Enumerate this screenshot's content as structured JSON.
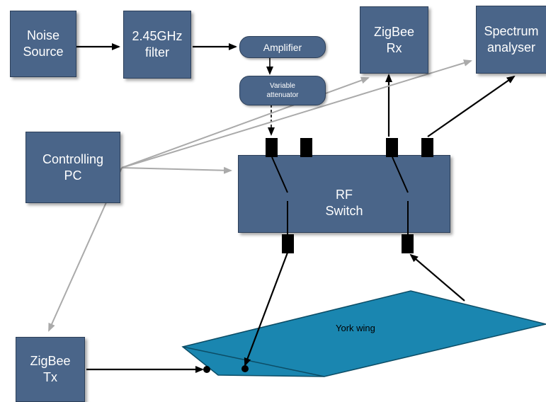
{
  "blocks": {
    "noise_source": "Noise\nSource",
    "filter": "2.45GHz\nfilter",
    "amplifier": "Amplifier",
    "attenuator": "Variable\nattenuator",
    "zigbee_rx": "ZigBee\nRx",
    "spectrum_analyser": "Spectrum\nanalyser",
    "controlling_pc": "Controlling\nPC",
    "rf_switch": "RF\nSwitch",
    "zigbee_tx": "ZigBee\nTx",
    "york_wing": "York wing"
  },
  "colors": {
    "box_fill": "#4a6589",
    "wing_fill": "#1a86b0",
    "arrow_black": "#000000",
    "arrow_grey": "#aaaaaa"
  }
}
